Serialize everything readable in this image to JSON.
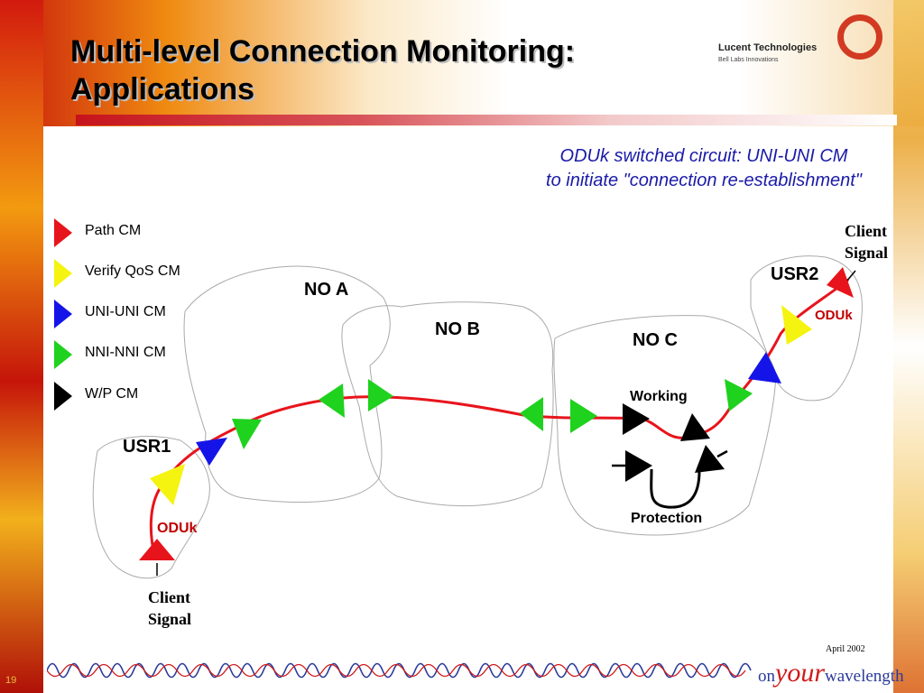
{
  "title": {
    "line1": "Multi-level Connection Monitoring:",
    "line2": "Applications"
  },
  "logo": {
    "name": "Lucent Technologies",
    "tagline": "Bell Labs Innovations"
  },
  "subtitle": {
    "line1": "ODUk switched circuit: UNI-UNI CM",
    "line2": "to initiate \"connection re-establishment\""
  },
  "legend": [
    {
      "label": "Path CM",
      "color": "#e8141c"
    },
    {
      "label": "Verify QoS CM",
      "color": "#f4f410"
    },
    {
      "label": "UNI-UNI CM",
      "color": "#1414e8"
    },
    {
      "label": "NNI-NNI CM",
      "color": "#1ed21e"
    },
    {
      "label": "W/P CM",
      "color": "#000000"
    }
  ],
  "diagram": {
    "domains": {
      "no_a": "NO A",
      "no_b": "NO B",
      "no_c": "NO C"
    },
    "usr1": "USR1",
    "usr2": "USR2",
    "oduk_left": "ODUk",
    "oduk_right": "ODUk",
    "working": "Working",
    "protection": "Protection",
    "client_signal_left": {
      "line1": "Client",
      "line2": "Signal"
    },
    "client_signal_right": {
      "line1": "Client",
      "line2": "Signal"
    },
    "path_color": "#e8141c"
  },
  "footer": {
    "date": "April 2002",
    "page": "19",
    "brand_pre": "on",
    "brand_your": "your",
    "brand_post": "wavelength"
  }
}
